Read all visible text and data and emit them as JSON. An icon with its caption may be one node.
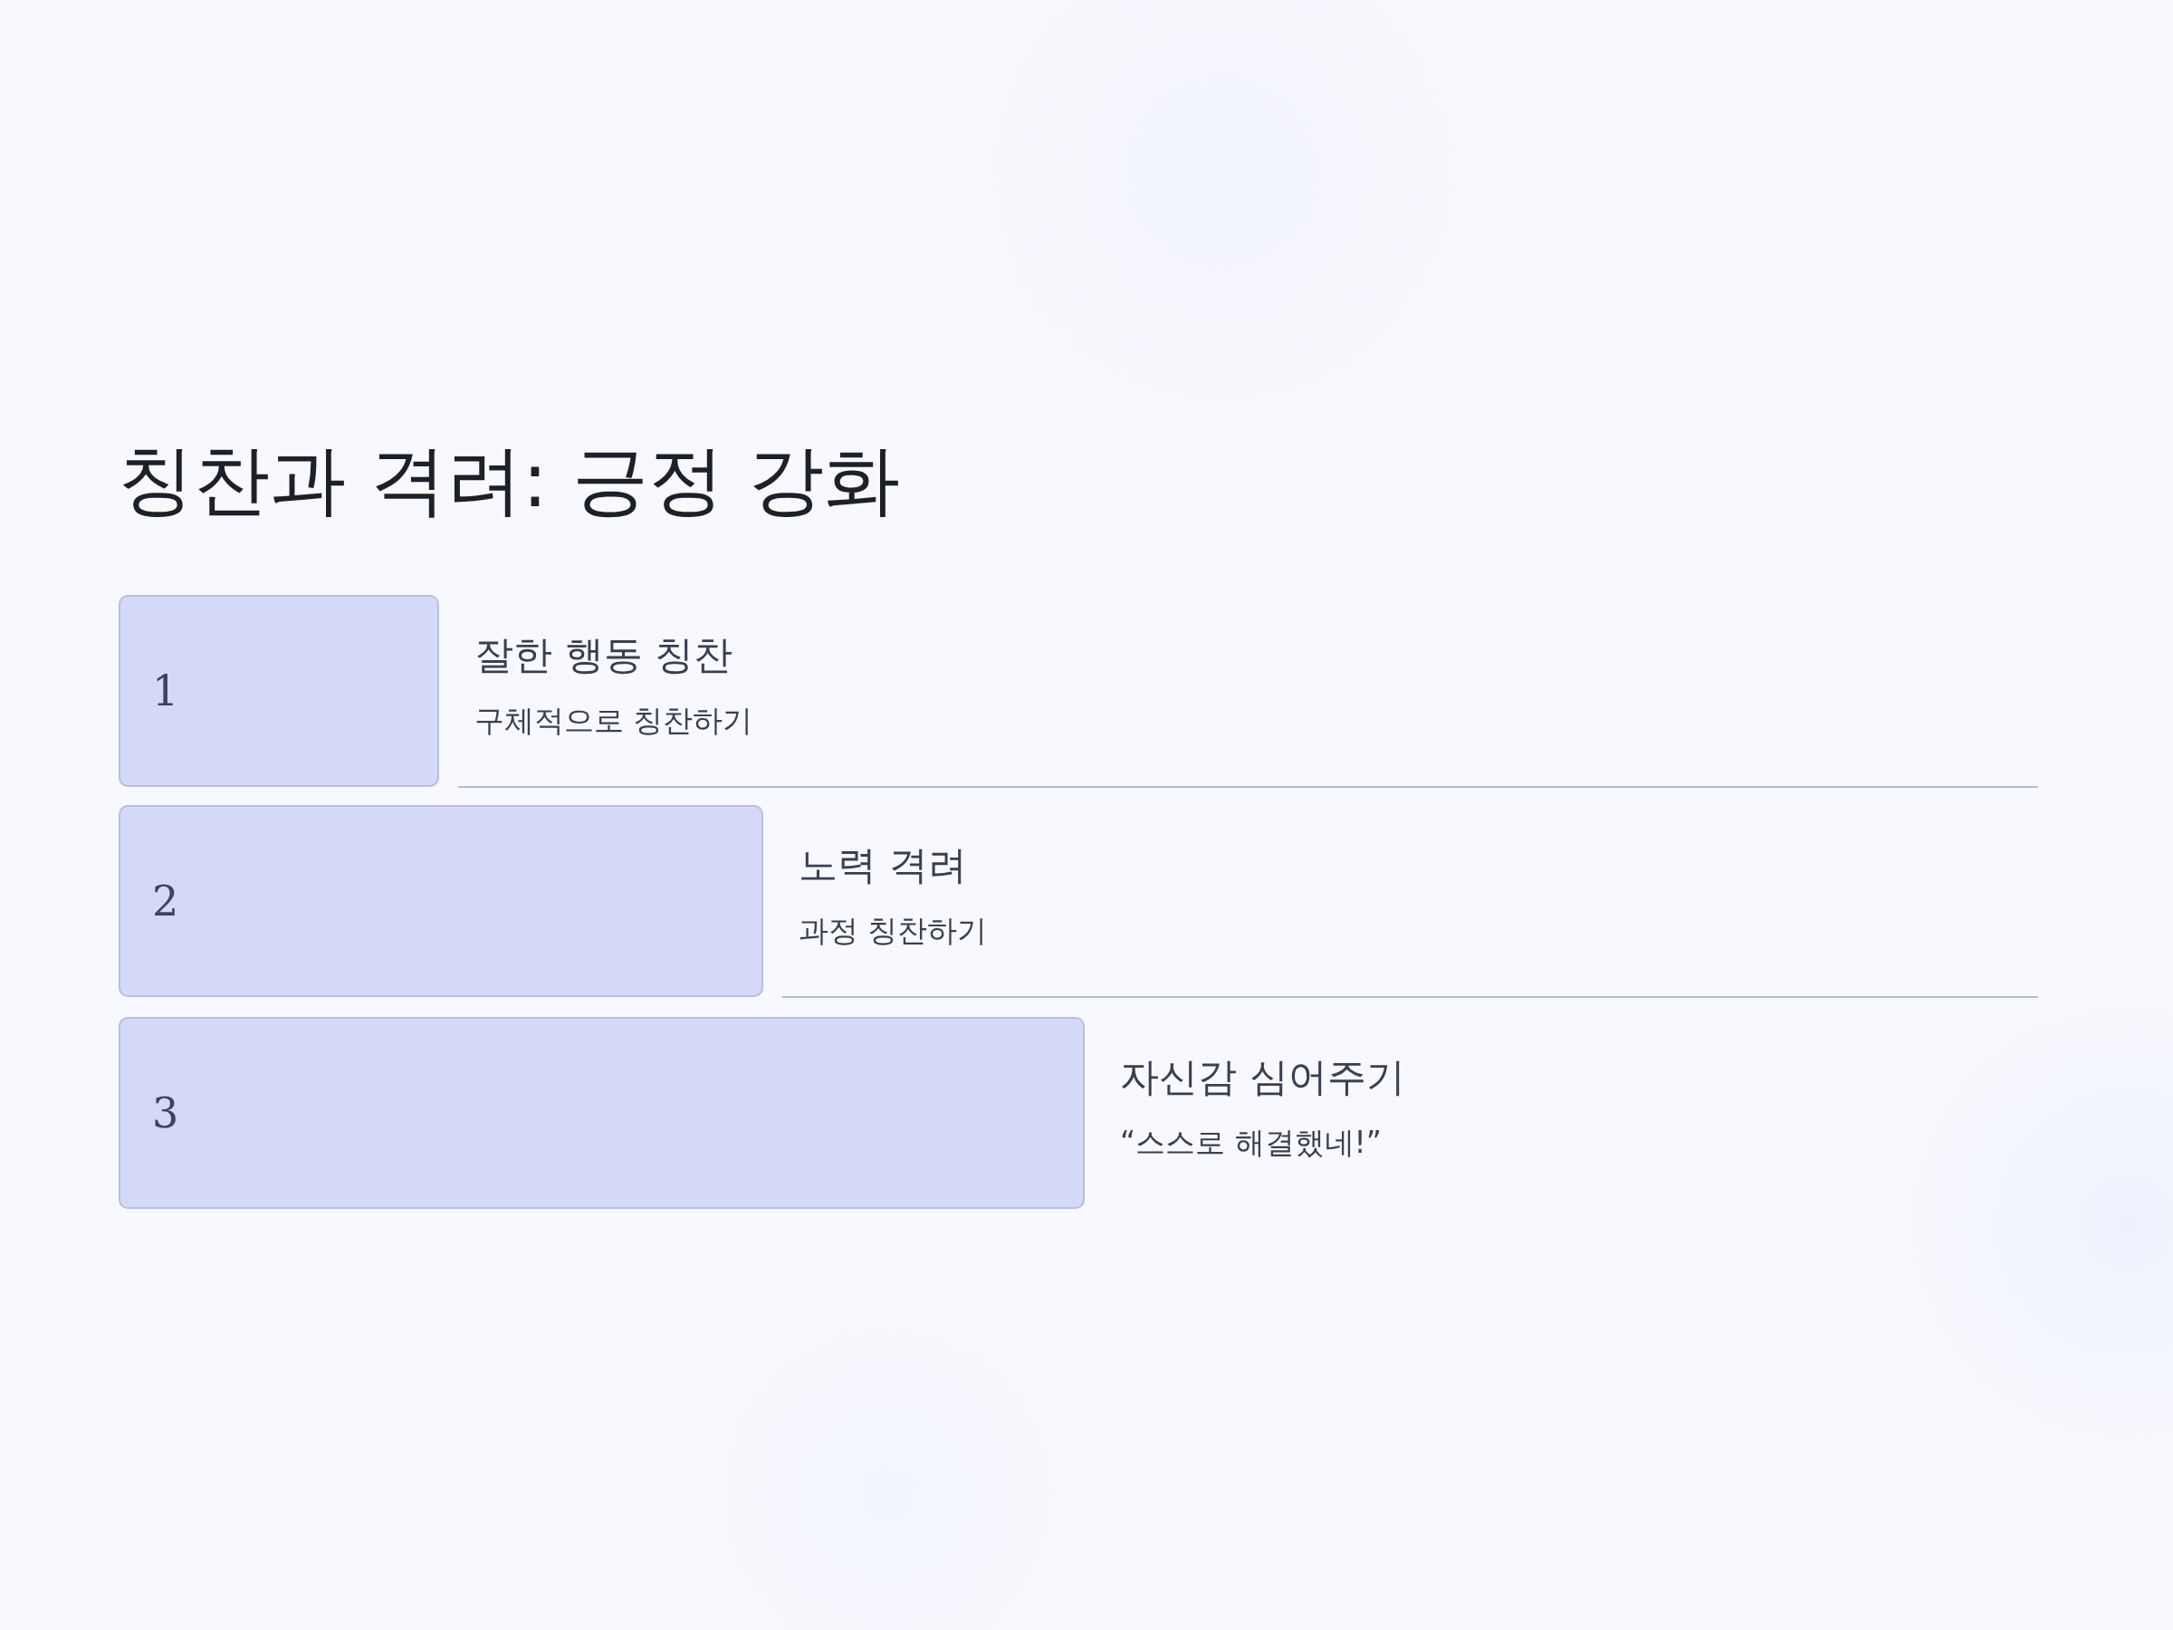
{
  "diagram": {
    "title": "칭찬과 격려: 긍정 강화",
    "nodes": [
      {
        "text": [
          "1"
        ],
        "beside": [
          "잘한 행동 칭찬",
          "구체적으로 칭찬하기"
        ]
      },
      {
        "text": [
          "2"
        ],
        "beside": [
          "노력 격려",
          "과정 칭찬하기"
        ]
      },
      {
        "text": [
          "3"
        ],
        "beside": [
          "자신감 심어주기",
          "“스스로 해결했네!”"
        ]
      }
    ]
  }
}
